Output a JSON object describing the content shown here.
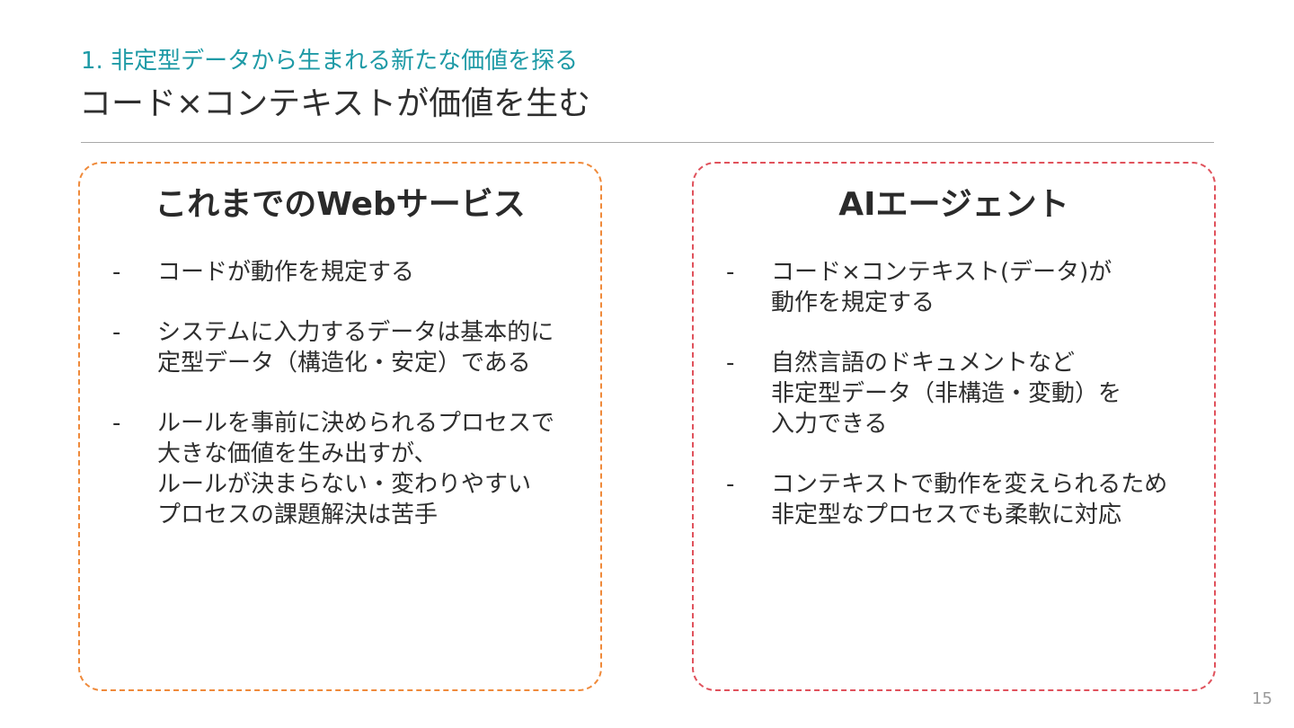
{
  "slide": {
    "section_label": "1. 非定型データから生まれる新たな価値を探る",
    "title": "コード×コンテキストが価値を生む",
    "page_number": "15"
  },
  "left_card": {
    "heading": "これまでのWebサービス",
    "bullet_marker": "-",
    "bullets": [
      "コードが動作を規定する",
      "システムに入力するデータは基本的に\n定型データ（構造化・安定）である",
      "ルールを事前に決められるプロセスで\n大きな価値を生み出すが、\nルールが決まらない・変わりやすい\nプロセスの課題解決は苦手"
    ]
  },
  "right_card": {
    "heading": "AIエージェント",
    "bullet_marker": "-",
    "bullets": [
      "コード×コンテキスト(データ)が\n動作を規定する",
      "自然言語のドキュメントなど\n非定型データ（非構造・変動）を\n入力できる",
      "コンテキストで動作を変えられるため\n非定型なプロセスでも柔軟に対応"
    ]
  },
  "colors": {
    "accent_teal": "#1e9aa6",
    "left_border": "#ef8a3b",
    "right_border": "#e0525c"
  }
}
